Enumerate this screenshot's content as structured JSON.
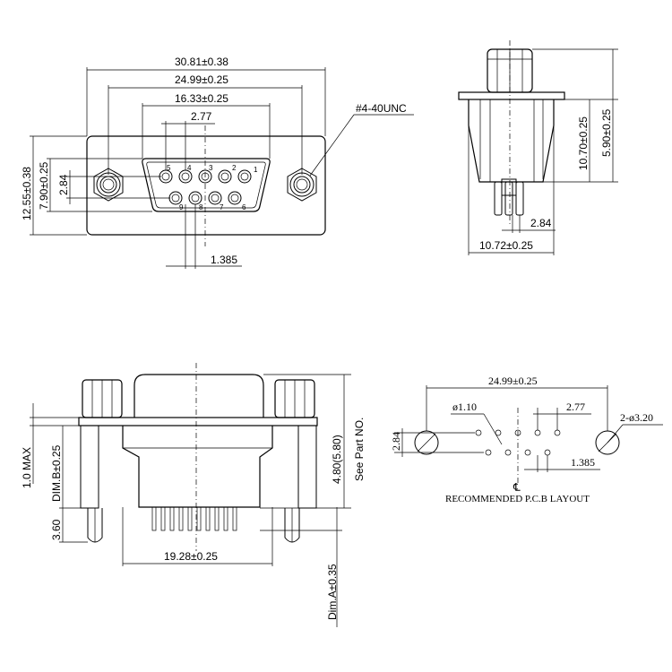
{
  "front_view": {
    "dim_overall_width": "30.81±0.38",
    "dim_mount_hole_spacing": "24.99±0.25",
    "dim_shell_width": "16.33±0.25",
    "dim_pin_pitch": "2.77",
    "dim_thread_note": "#4-40UNC",
    "dim_overall_height": "12.55±0.38",
    "dim_shell_height": "7.90±0.25",
    "dim_row_spacing": "2.84",
    "dim_row_offset": "1.385",
    "pin_labels": [
      "1",
      "2",
      "3",
      "4",
      "5",
      "6",
      "7",
      "8",
      "9"
    ]
  },
  "side_view": {
    "dim_height_a": "10.70±0.25",
    "dim_height_b": "5.90±0.25",
    "dim_pin_offset": "2.84",
    "dim_depth": "10.72±0.25"
  },
  "bottom_view": {
    "dim_flange": "1.0 MAX",
    "dim_b": "DIM.B±0.25",
    "dim_boardlock": "3.60",
    "dim_part_height": "4.80(5.80)",
    "see_part_no": "See Part NO.",
    "dim_pin_field": "19.28±0.25",
    "dim_a": "Dim.A±0.35"
  },
  "pcb_layout": {
    "dim_hole_spacing": "24.99±0.25",
    "dim_pin_hole": "ø1.10",
    "dim_pitch": "2.77",
    "dim_mount_hole": "2-ø3.20",
    "dim_row": "2.84",
    "dim_offset": "1.385",
    "centerline_symbol": "℄",
    "caption": "RECOMMENDED P.C.B LAYOUT"
  }
}
